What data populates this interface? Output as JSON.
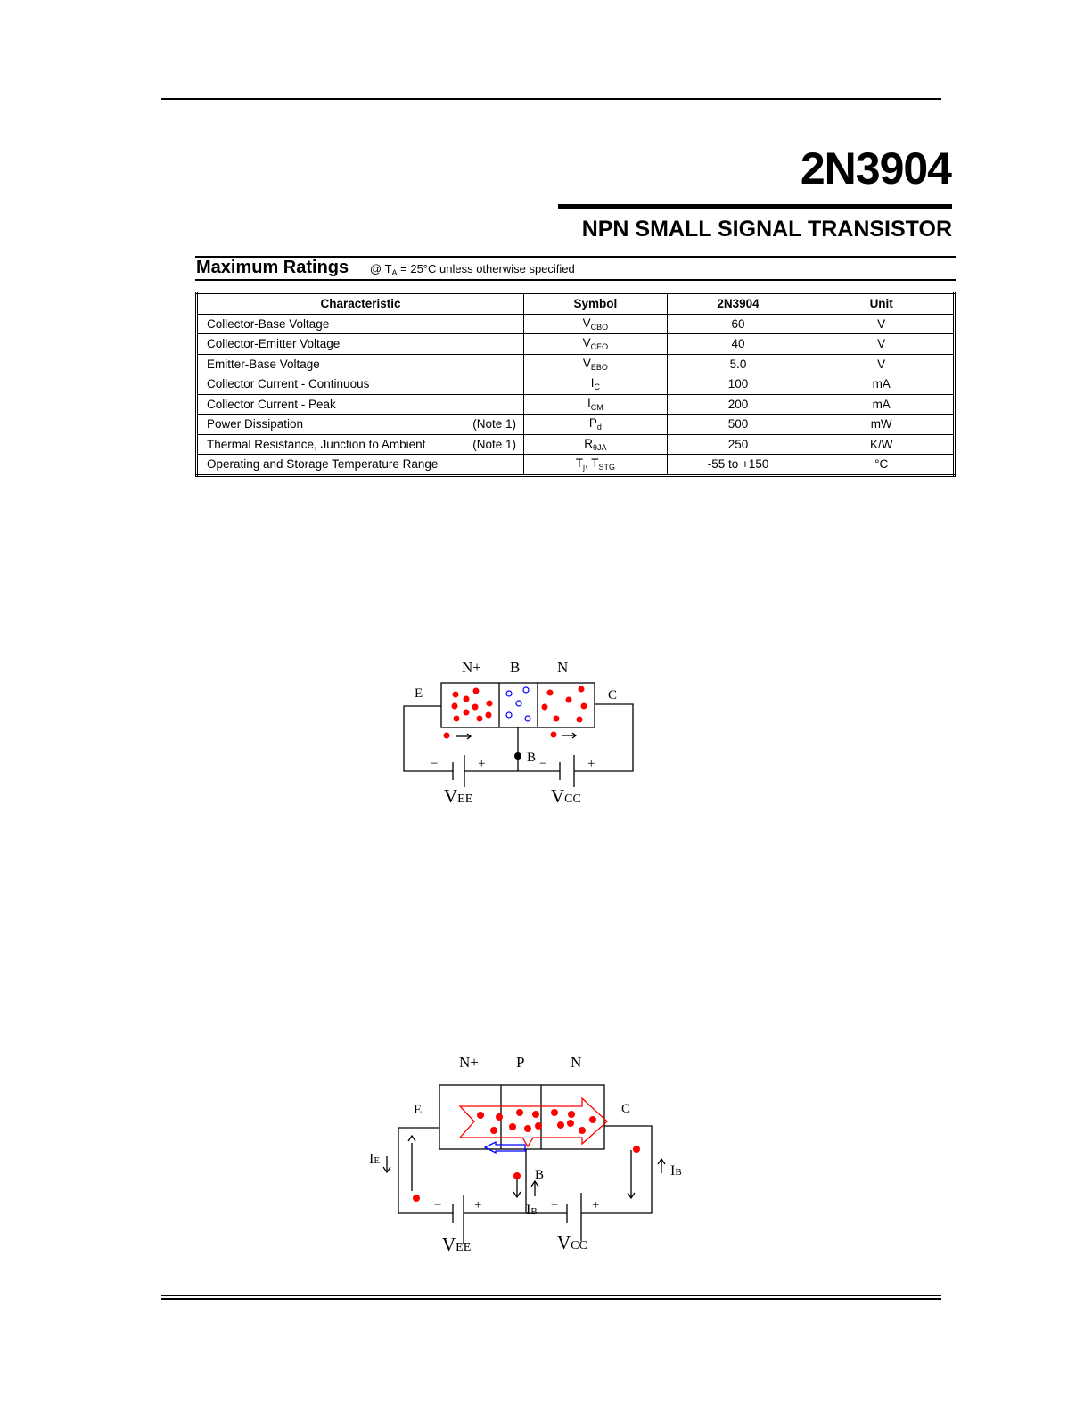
{
  "header": {
    "part_number": "2N3904",
    "subtitle": "NPN SMALL SIGNAL TRANSISTOR"
  },
  "section": {
    "title": "Maximum Ratings",
    "condition_prefix": "@ T",
    "condition_sub": "A",
    "condition_suffix": " = 25°C unless otherwise specified"
  },
  "table": {
    "headers": [
      "Characteristic",
      "Symbol",
      "2N3904",
      "Unit"
    ],
    "rows": [
      {
        "characteristic": "Collector-Base Voltage",
        "note": "",
        "symbol": "V",
        "symbol_sub": "CBO",
        "value": "60",
        "unit": "V"
      },
      {
        "characteristic": "Collector-Emitter Voltage",
        "note": "",
        "symbol": "V",
        "symbol_sub": "CEO",
        "value": "40",
        "unit": "V"
      },
      {
        "characteristic": "Emitter-Base Voltage",
        "note": "",
        "symbol": "V",
        "symbol_sub": "EBO",
        "value": "5.0",
        "unit": "V"
      },
      {
        "characteristic": "Collector Current - Continuous",
        "note": "",
        "symbol": "I",
        "symbol_sub": "C",
        "value": "100",
        "unit": "mA"
      },
      {
        "characteristic": "Collector Current - Peak",
        "note": "",
        "symbol": "I",
        "symbol_sub": "CM",
        "value": "200",
        "unit": "mA"
      },
      {
        "characteristic": "Power Dissipation",
        "note": "(Note 1)",
        "symbol": "P",
        "symbol_sub": "d",
        "value": "500",
        "unit": "mW"
      },
      {
        "characteristic": "Thermal Resistance, Junction to Ambient",
        "note": "(Note 1)",
        "symbol": "R",
        "symbol_sub": "θJA",
        "value": "250",
        "unit": "K/W"
      },
      {
        "characteristic": "Operating and Storage Temperature Range",
        "note": "",
        "symbol": "T",
        "symbol_sub": "j",
        "symbol_extra": ", T",
        "symbol_extra_sub": "STG",
        "value": "-55 to +150",
        "unit": "°C"
      }
    ]
  },
  "diagram1": {
    "region_e": "N+",
    "region_b": "B",
    "region_c": "N",
    "label_e": "E",
    "label_c": "C",
    "label_b": "B",
    "minus": "−",
    "plus": "+",
    "vee": "V",
    "vee_sub": "EE",
    "vcc": "V",
    "vcc_sub": "CC",
    "colors": {
      "electron": "#ff0000",
      "hole": "#0000ff"
    }
  },
  "diagram2": {
    "region_e": "N+",
    "region_b": "P",
    "region_c": "N",
    "label_e": "E",
    "label_c": "C",
    "label_b": "B",
    "ie": "I",
    "ie_sub": "E",
    "ib": "I",
    "ib_sub": "B",
    "minus": "−",
    "plus": "+",
    "vee": "V",
    "vee_sub": "EE",
    "vcc": "V",
    "vcc_sub": "CC"
  }
}
